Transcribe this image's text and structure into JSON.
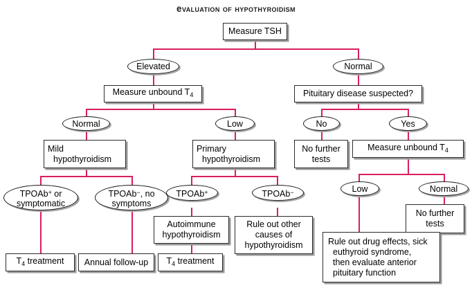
{
  "diagram": {
    "title": "Evaluation of Hypothyroidism",
    "type": "clinical-decision-flowchart",
    "accent_color": "#d81e5b",
    "box_border_color": "#2b2b2b",
    "shadow_color": "#9a9a9a",
    "background_color": "#ffffff"
  },
  "nodes": {
    "measure_tsh": "Measure TSH",
    "elevated": "Elevated",
    "normal_tsh": "Normal",
    "measure_unbound_t4_left": "Measure unbound T",
    "measure_unbound_t4_left_sub": "4",
    "pituitary_suspected": "Pituitary disease suspected?",
    "normal_t4": "Normal",
    "low_t4": "Low",
    "no_pituitary": "No",
    "yes_pituitary": "Yes",
    "mild_hypo_line1": "Mild",
    "mild_hypo_line2": "hypothyroidism",
    "primary_hypo_line1": "Primary",
    "primary_hypo_line2": "hypothyroidism",
    "no_further_tests_left_line1": "No further",
    "no_further_tests_left_line2": "tests",
    "measure_unbound_t4_right": "Measure unbound T",
    "measure_unbound_t4_right_sub": "4",
    "tpoab_pos_or_symptomatic_line1_pre": "TPOAb",
    "tpoab_pos_or_symptomatic_line1_sup": "+",
    "tpoab_pos_or_symptomatic_line1_post": " or",
    "tpoab_pos_or_symptomatic_line2": "symptomatic",
    "tpoab_neg_no_symptoms_line1_pre": "TPOAb",
    "tpoab_neg_no_symptoms_line1_sup": "−",
    "tpoab_neg_no_symptoms_line1_post": ", no",
    "tpoab_neg_no_symptoms_line2": "symptoms",
    "tpoab_positive_pre": "TPOAb",
    "tpoab_positive_sup": "+",
    "tpoab_negative_pre": "TPOAb",
    "tpoab_negative_sup": "−",
    "low_t4_right": "Low",
    "normal_t4_right": "Normal",
    "autoimmune_line1": "Autoimmune",
    "autoimmune_line2": "hypothyroidism",
    "rule_out_other_line1": "Rule out other",
    "rule_out_other_line2": "causes of",
    "rule_out_other_line3": "hypothyroidism",
    "no_further_tests_right_line1": "No further",
    "no_further_tests_right_line2": "tests",
    "t4_treatment_1_pre": "T",
    "t4_treatment_1_sub": "4",
    "t4_treatment_1_post": " treatment",
    "annual_followup": "Annual follow-up",
    "t4_treatment_2_pre": "T",
    "t4_treatment_2_sub": "4",
    "t4_treatment_2_post": " treatment",
    "rule_out_drug_line1": "Rule out drug effects, sick",
    "rule_out_drug_line2": "euthyroid syndrome,",
    "rule_out_drug_line3": "then evaluate anterior",
    "rule_out_drug_line4": "pituitary function"
  }
}
